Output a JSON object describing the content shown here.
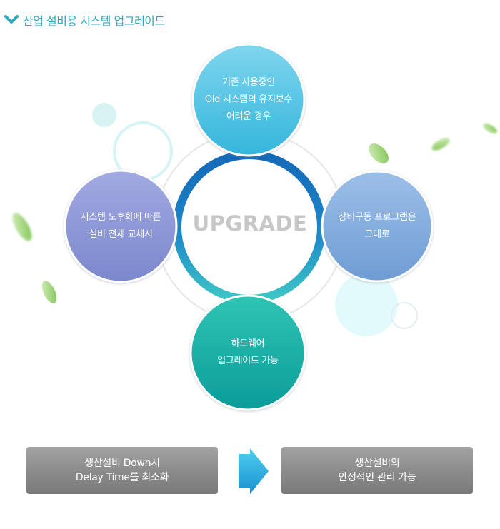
{
  "header": {
    "title": "산업 설비용 시스템 업그레이드",
    "icon": "chevron-down-icon",
    "accent": "#2fa8bd"
  },
  "diagram": {
    "center_label": "UPGRADE",
    "nodes": {
      "top": {
        "lines": [
          "기존 사용중인",
          "Old 시스템의 유지보수",
          "어려운 경우"
        ],
        "color": "#4fc4e2"
      },
      "right": {
        "lines": [
          "장비구동 프로그램은",
          "그대로"
        ],
        "color": "#86aedf"
      },
      "bottom": {
        "lines": [
          "하드웨어",
          "업그레이드 가능"
        ],
        "color": "#1cb4a8"
      },
      "left": {
        "lines": [
          "시스템 노후화에 따른",
          "설비 전체 교체시"
        ],
        "color": "#8f99d8"
      }
    }
  },
  "flow": {
    "from_box": {
      "lines": [
        "생산설비 Down시",
        "Delay Time를 최소화"
      ]
    },
    "arrow_icon": "right-arrow-icon",
    "to_box": {
      "lines": [
        "생산설비의",
        "안정적인 관리 가능"
      ]
    }
  }
}
